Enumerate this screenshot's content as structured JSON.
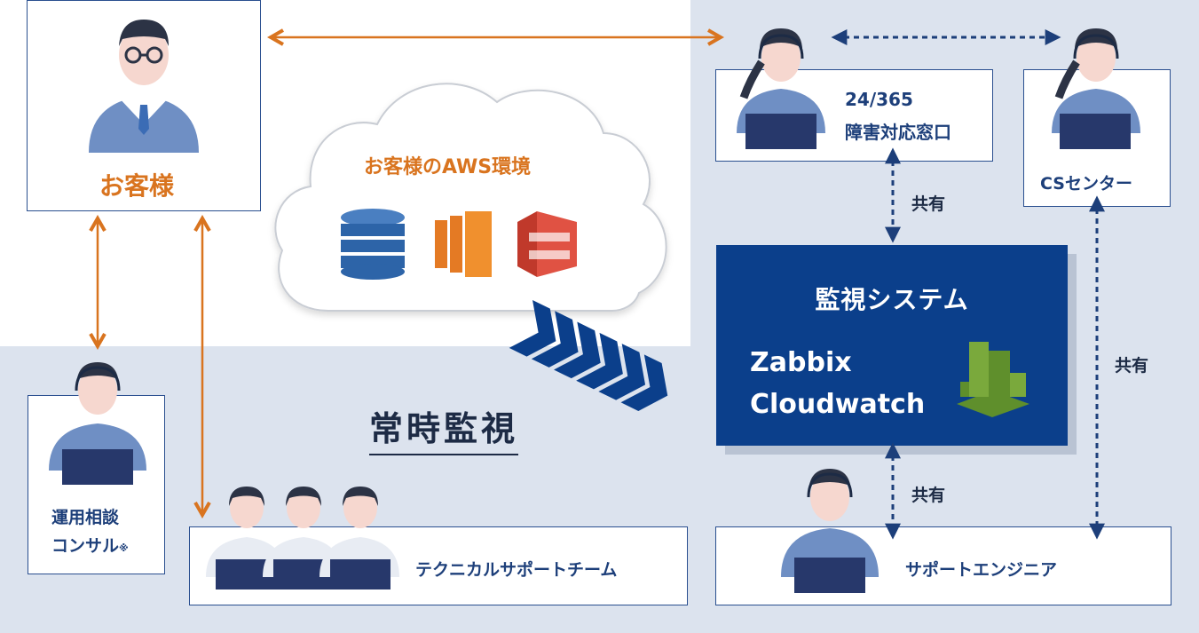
{
  "customer": {
    "label": "お客様"
  },
  "aws": {
    "label": "お客様のAWS環境",
    "icons": [
      "dynamodb-icon",
      "ec2-icon",
      "s3-icon"
    ]
  },
  "incident_desk": {
    "line1": "24/365",
    "line2": "障害対応窓口"
  },
  "cs_center": {
    "label": "CSセンター"
  },
  "monitoring": {
    "title": "監視システム",
    "tool1": "Zabbix",
    "tool2": "Cloudwatch",
    "icon": "cloudwatch-icon"
  },
  "share_label": "共有",
  "always_monitoring": "常時監視",
  "consultant": {
    "line1": "運用相談",
    "line2": "コンサル",
    "note": "※"
  },
  "tech_team": {
    "label": "テクニカルサポートチーム"
  },
  "support_engineer": {
    "label": "サポートエンジニア"
  },
  "colors": {
    "navy": "#0b3f8b",
    "orange": "#d9741f",
    "background": "#dce3ee"
  }
}
